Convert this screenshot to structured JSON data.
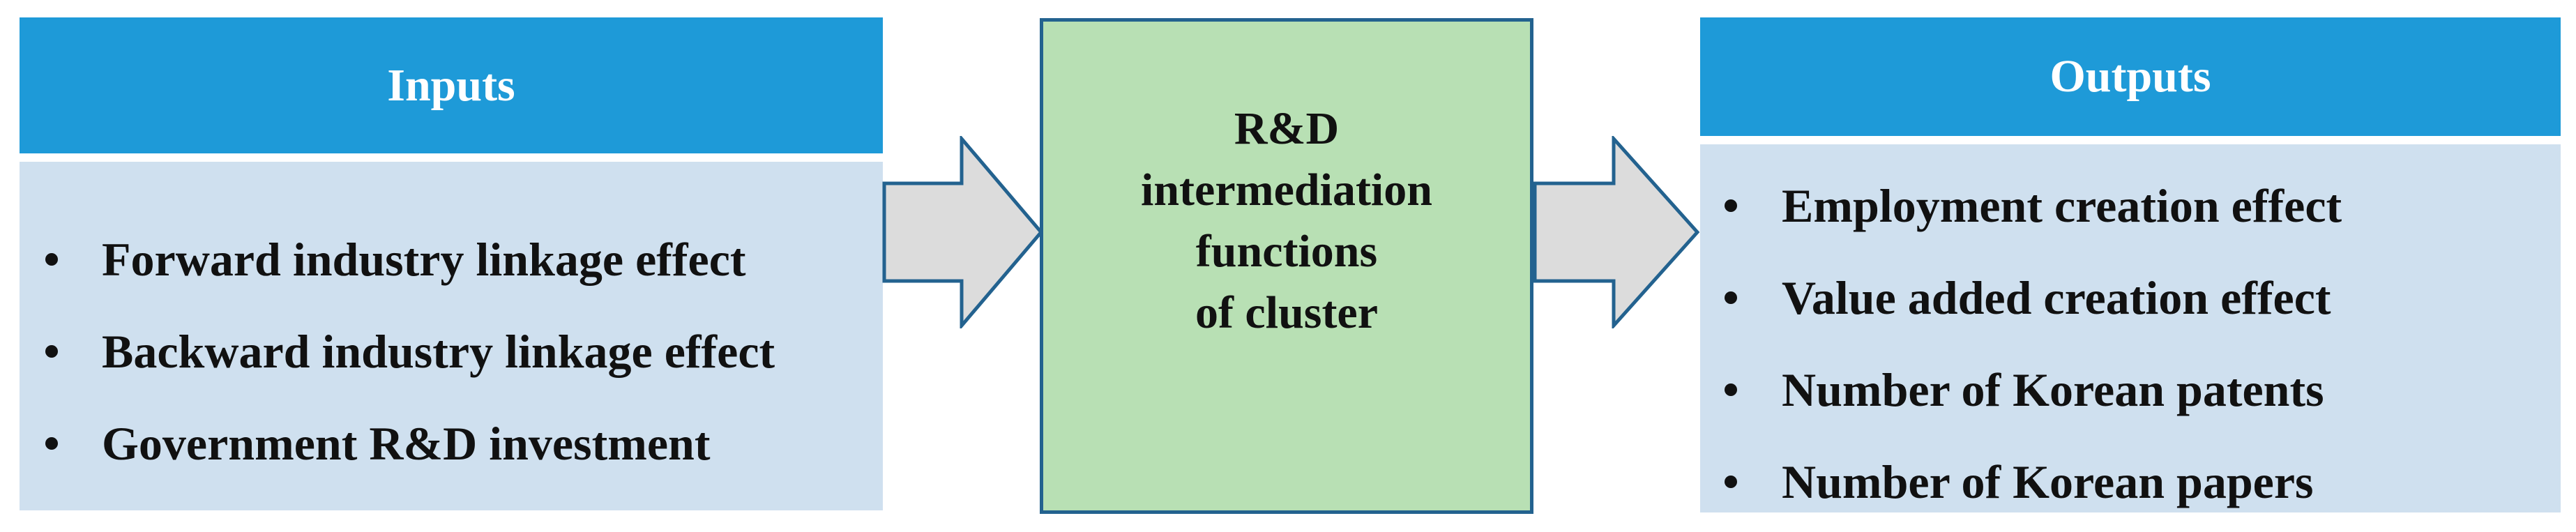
{
  "inputs": {
    "title": "Inputs",
    "items": [
      "Forward industry linkage effect",
      "Backward industry linkage effect",
      "Government R&D investment"
    ]
  },
  "center": {
    "lines": [
      "R&D",
      "intermediation",
      "functions",
      "of cluster"
    ]
  },
  "outputs": {
    "title": "Outputs",
    "items": [
      "Employment creation effect",
      "Value added creation effect",
      "Number of Korean patents",
      "Number of Korean papers"
    ]
  },
  "colors": {
    "header_blue": "#1e9ad8",
    "panel_light_blue": "#cfe0ef",
    "center_green": "#b8e0b4",
    "border_dark_blue": "#23628f",
    "arrow_gray": "#dcdcdc"
  },
  "icons": {
    "arrow": "right-block-arrow-icon",
    "bullet": "bullet-dot-icon"
  }
}
